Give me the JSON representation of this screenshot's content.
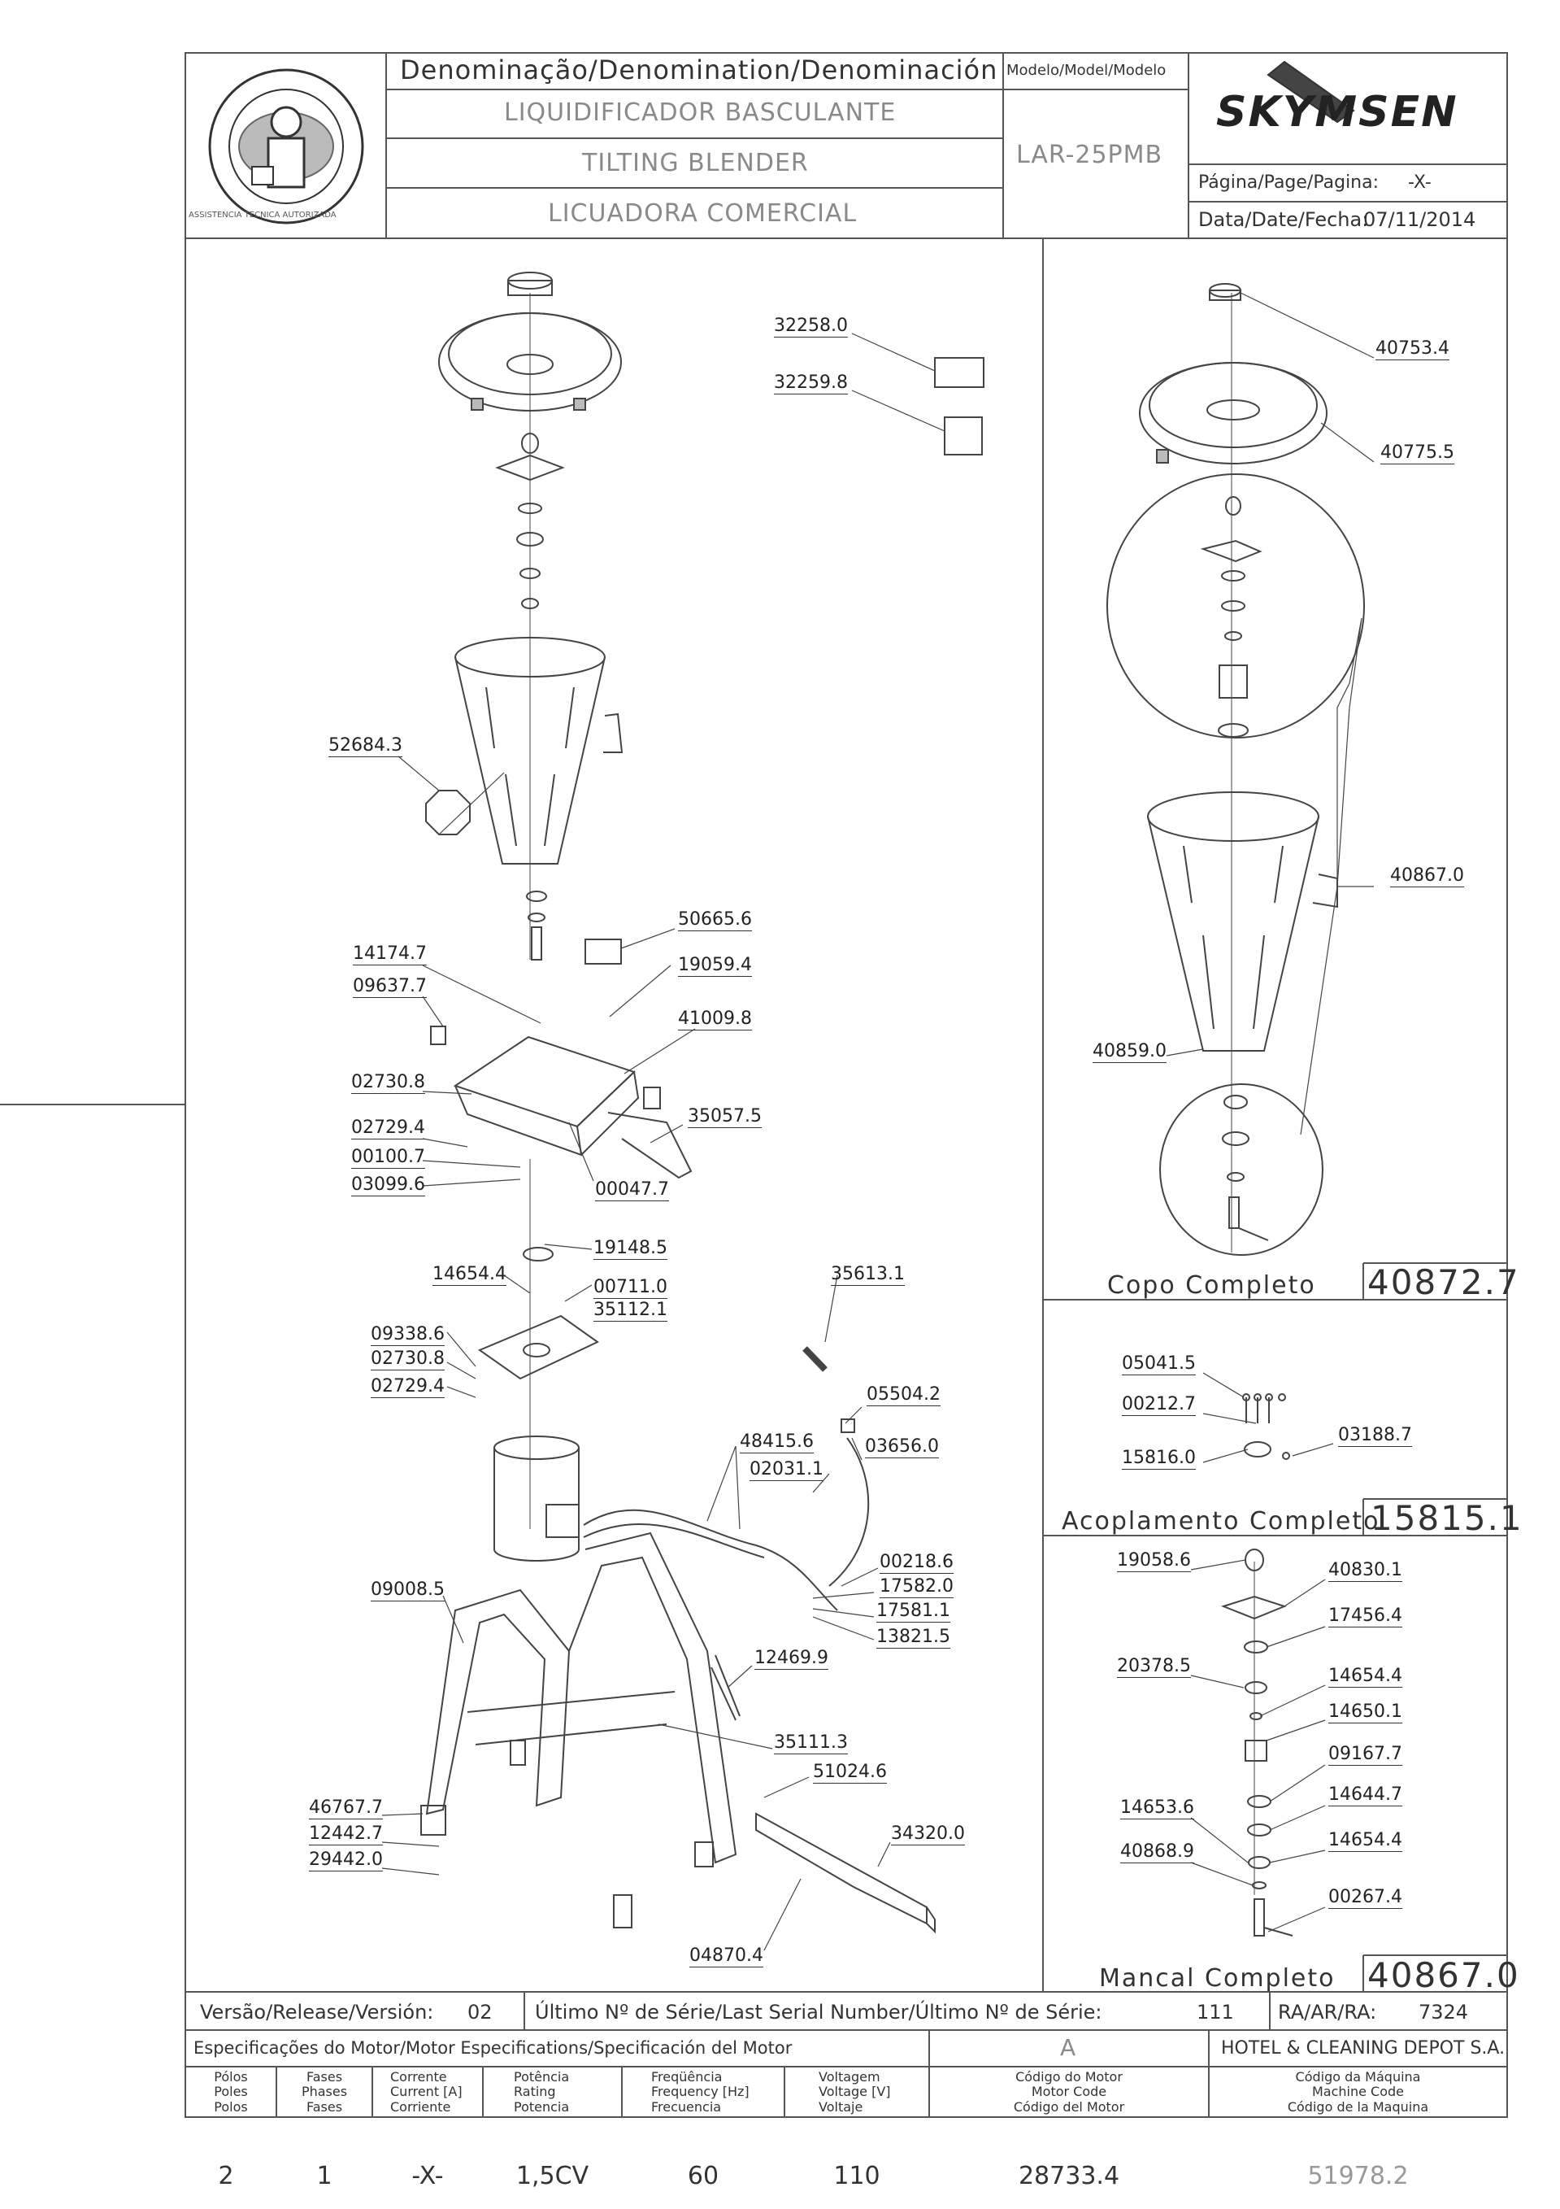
{
  "header": {
    "denomination_label": "Denominação/Denomination/Denominación",
    "model_label": "Modelo/Model/Modelo",
    "name_pt": "LIQUIDIFICADOR BASCULANTE",
    "name_en": "TILTING BLENDER",
    "name_es": "LICUADORA COMERCIAL",
    "model_value": "LAR-25PMB",
    "brand": "SKYMSEN",
    "page_label": "Página/Page/Pagina:",
    "page_value": "-X-",
    "date_label": "Data/Date/Fecha:",
    "date_value": "07/11/2014",
    "seal_text": "ASSISTÊNCIA TÉCNICA AUTORIZADA"
  },
  "main_parts": [
    {
      "code": "32258.0"
    },
    {
      "code": "32259.8"
    },
    {
      "code": "52684.3"
    },
    {
      "code": "50665.6"
    },
    {
      "code": "14174.7"
    },
    {
      "code": "19059.4"
    },
    {
      "code": "09637.7"
    },
    {
      "code": "41009.8"
    },
    {
      "code": "02730.8"
    },
    {
      "code": "35057.5"
    },
    {
      "code": "02729.4"
    },
    {
      "code": "00100.7"
    },
    {
      "code": "03099.6"
    },
    {
      "code": "00047.7"
    },
    {
      "code": "19148.5"
    },
    {
      "code": "14654.4"
    },
    {
      "code": "00711.0"
    },
    {
      "code": "35112.1"
    },
    {
      "code": "35613.1"
    },
    {
      "code": "09338.6"
    },
    {
      "code": "02730.8"
    },
    {
      "code": "02729.4"
    },
    {
      "code": "05504.2"
    },
    {
      "code": "48415.6"
    },
    {
      "code": "03656.0"
    },
    {
      "code": "02031.1"
    },
    {
      "code": "00218.6"
    },
    {
      "code": "17582.0"
    },
    {
      "code": "09008.5"
    },
    {
      "code": "17581.1"
    },
    {
      "code": "13821.5"
    },
    {
      "code": "12469.9"
    },
    {
      "code": "35111.3"
    },
    {
      "code": "51024.6"
    },
    {
      "code": "46767.7"
    },
    {
      "code": "34320.0"
    },
    {
      "code": "12442.7"
    },
    {
      "code": "29442.0"
    },
    {
      "code": "04870.4"
    }
  ],
  "copo": {
    "title": "Copo Completo",
    "code": "40872.7",
    "parts": [
      {
        "code": "40753.4"
      },
      {
        "code": "40775.5"
      },
      {
        "code": "40867.0"
      },
      {
        "code": "40859.0"
      }
    ]
  },
  "acoplamento": {
    "title": "Acoplamento Completo",
    "code": "15815.1",
    "parts": [
      {
        "code": "05041.5"
      },
      {
        "code": "00212.7"
      },
      {
        "code": "03188.7"
      },
      {
        "code": "15816.0"
      }
    ]
  },
  "mancal": {
    "title": "Mancal Completo",
    "code": "40867.0",
    "parts": [
      {
        "code": "19058.6"
      },
      {
        "code": "40830.1"
      },
      {
        "code": "17456.4"
      },
      {
        "code": "20378.5"
      },
      {
        "code": "14654.4"
      },
      {
        "code": "14650.1"
      },
      {
        "code": "09167.7"
      },
      {
        "code": "14644.7"
      },
      {
        "code": "14653.6"
      },
      {
        "code": "14654.4"
      },
      {
        "code": "40868.9"
      },
      {
        "code": "00267.4"
      }
    ]
  },
  "footer": {
    "version_label": "Versão/Release/Versión:",
    "version_value": "02",
    "serial_label": "Último Nº de Série/Last Serial Number/Último Nº de Série:",
    "serial_value": "111",
    "ra_label": "RA/AR/RA:",
    "ra_value": "7324",
    "motor_spec_label": "Especificações do Motor/Motor Especifications/Specificación del Motor",
    "motor_letter": "A",
    "company": "HOTEL & CLEANING DEPOT S.A.",
    "columns": [
      {
        "l1": "Pólos",
        "l2": "Poles",
        "l3": "Polos",
        "value": "2"
      },
      {
        "l1": "Fases",
        "l2": "Phases",
        "l3": "Fases",
        "value": "1"
      },
      {
        "l1": "Corrente",
        "l2": "Current [A]",
        "l3": "Corriente",
        "value": "-X-"
      },
      {
        "l1": "Potência",
        "l2": "Rating",
        "l3": "Potencia",
        "value": "1,5CV"
      },
      {
        "l1": "Freqüência",
        "l2": "Frequency [Hz]",
        "l3": "Frecuencia",
        "value": "60"
      },
      {
        "l1": "Voltagem",
        "l2": "Voltage [V]",
        "l3": "Voltaje",
        "value": "110"
      },
      {
        "l1": "Código do Motor",
        "l2": "Motor Code",
        "l3": "Código del Motor",
        "value": "28733.4"
      },
      {
        "l1": "Código da Máquina",
        "l2": "Machine Code",
        "l3": "Código de la Maquina",
        "value": "51978.2"
      }
    ]
  }
}
